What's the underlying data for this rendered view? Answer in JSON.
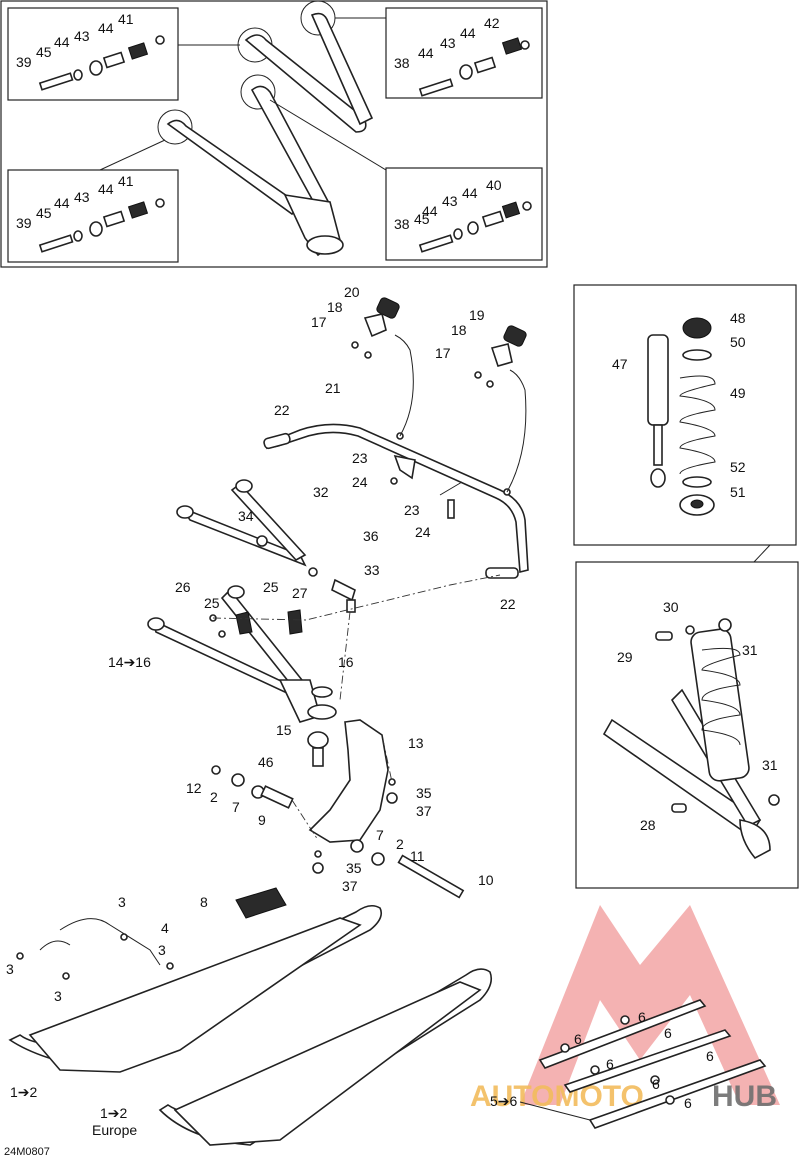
{
  "diagram": {
    "code": "24M0807",
    "watermark": {
      "brand_a": "AUTOMOTO",
      "brand_b": "HUB",
      "colors": {
        "logo": "#e85a5a",
        "text": "#f0b040",
        "hub": "#555555"
      }
    },
    "labels": {
      "l39a": "39",
      "l45a": "45",
      "l44a": "44",
      "l43a": "43",
      "l44b": "44",
      "l41a": "41",
      "l42": "42",
      "l44c": "44",
      "l43b": "43",
      "l44d": "44",
      "l38a": "38",
      "l39b": "39",
      "l45b": "45",
      "l44e": "44",
      "l43c": "43",
      "l44f": "44",
      "l41b": "41",
      "l40": "40",
      "l44g": "44",
      "l43d": "43",
      "l44h": "44",
      "l45c": "45",
      "l38b": "38",
      "l20": "20",
      "l18a": "18",
      "l17a": "17",
      "l19": "19",
      "l18b": "18",
      "l17b": "17",
      "l21": "21",
      "l22a": "22",
      "l23a": "23",
      "l24a": "24",
      "l23b": "23",
      "l24b": "24",
      "l32": "32",
      "l34": "34",
      "l36": "36",
      "l33": "33",
      "l22b": "22",
      "l26": "26",
      "l25a": "25",
      "l25b": "25",
      "l27": "27",
      "l14": "14➔16",
      "l16": "16",
      "l15": "15",
      "l13": "13",
      "l46": "46",
      "l12": "12",
      "l2a": "2",
      "l7a": "7",
      "l9": "9",
      "l35a": "35",
      "l37a": "37",
      "l7b": "7",
      "l2b": "2",
      "l11": "11",
      "l35b": "35",
      "l37b": "37",
      "l10": "10",
      "l8": "8",
      "l3a": "3",
      "l4": "4",
      "l3b": "3",
      "l3c": "3",
      "l3d": "3",
      "l1a": "1➔2",
      "l1b": "1➔2",
      "europe": "Europe",
      "l48": "48",
      "l50": "50",
      "l47": "47",
      "l49": "49",
      "l52": "52",
      "l51": "51",
      "l30": "30",
      "l29": "29",
      "l31a": "31",
      "l31b": "31",
      "l28": "28",
      "l5": "5➔6",
      "l6a": "6",
      "l6b": "6",
      "l6c": "6",
      "l6d": "6",
      "l6e": "6",
      "l6f": "6",
      "l6g": "6"
    }
  }
}
